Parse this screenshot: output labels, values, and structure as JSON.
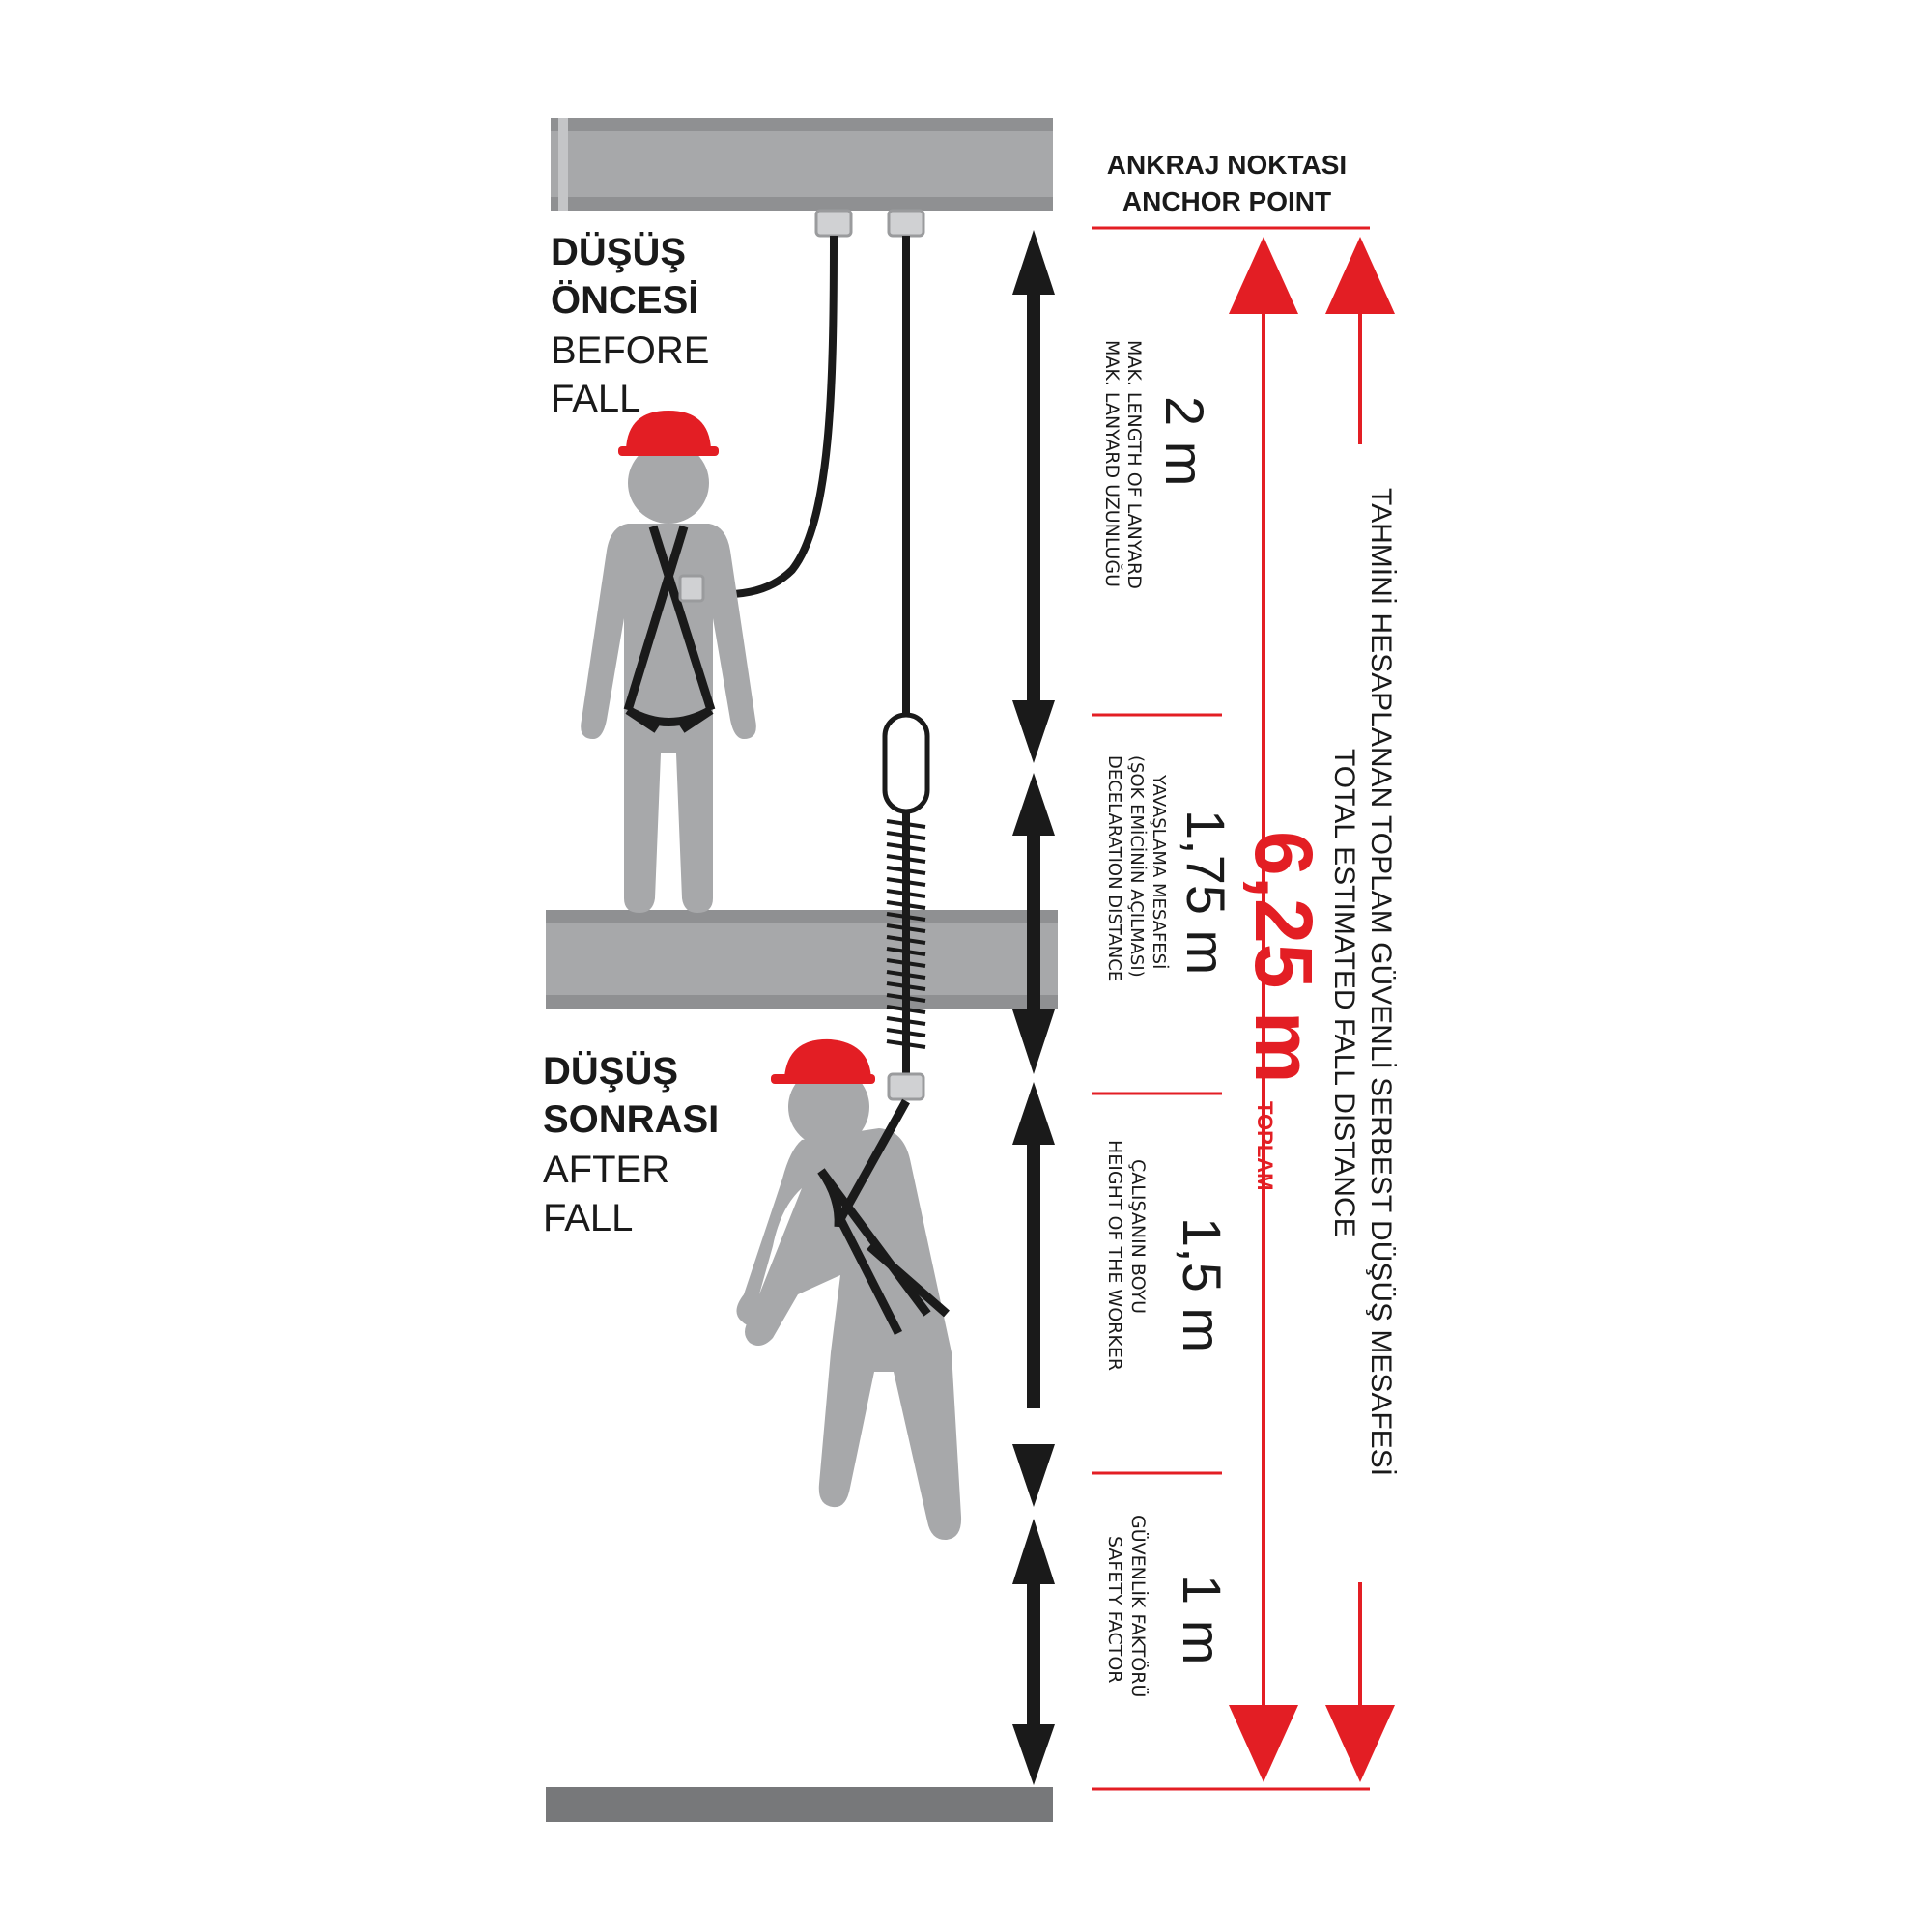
{
  "anchor": {
    "label_tr": "ANKRAJ NOKTASI",
    "label_en": "ANCHOR POINT"
  },
  "before": {
    "line1": "DÜŞÜŞ",
    "line2": "ÖNCESİ",
    "line3": "BEFORE",
    "line4": "FALL"
  },
  "after": {
    "line1": "DÜŞÜŞ",
    "line2": "SONRASI",
    "line3": "AFTER",
    "line4": "FALL"
  },
  "segments": [
    {
      "value": "2 m",
      "tr": "MAK. LANYARD UZUNLUĞU",
      "en": "MAK. LENGTH OF LANYARD"
    },
    {
      "value": "1,75 m",
      "tr": "YAVAŞLAMA MESAFESİ",
      "tr2": "(ŞOK EMİCİNİN AÇILMASI)",
      "en": "DECELARATION DISTANCE"
    },
    {
      "value": "1,5 m",
      "tr": "ÇALIŞANIN BOYU",
      "en": "HEIGHT OF THE WORKER"
    },
    {
      "value": "1 m",
      "tr": "GÜVENLİK FAKTÖRÜ",
      "en": "SAFETY FACTOR"
    }
  ],
  "total": {
    "value": "6,25 m",
    "sub": "TOPLAM",
    "title_tr": "TAHMİNİ HESAPLANAN TOPLAM GÜVENLİ SERBEST DÜŞÜŞ MESAFESİ",
    "title_en": "TOTAL ESTIMATED FALL DISTANCE"
  },
  "colors": {
    "accent": "#e31e24",
    "steel": "#a7a8aa",
    "figure": "#a7a8aa",
    "dark": "#1a1a1a"
  }
}
